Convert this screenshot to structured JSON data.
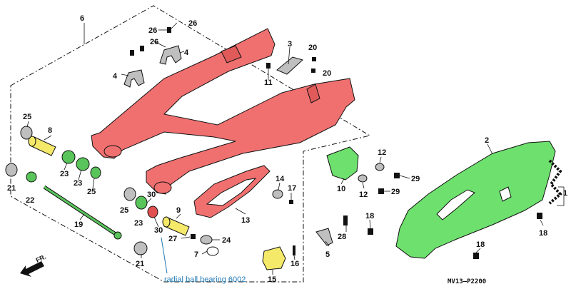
{
  "diagram": {
    "drawing_code": "MV13–P2200",
    "direction_label": "FR.",
    "annotation": "radial ball bearing 6002",
    "colors": {
      "swingarm": "#f07070",
      "chain_case": "#6ee06e",
      "bearing": "#f5e96a",
      "bushing": "#59c45a",
      "seal": "#e05050",
      "annotation": "#1f78b4"
    },
    "callouts": [
      {
        "id": "c6",
        "label": "6"
      },
      {
        "id": "c26a",
        "label": "26"
      },
      {
        "id": "c26b",
        "label": "26"
      },
      {
        "id": "c26c",
        "label": "26"
      },
      {
        "id": "c4a",
        "label": "4"
      },
      {
        "id": "c4b",
        "label": "4"
      },
      {
        "id": "c3",
        "label": "3"
      },
      {
        "id": "c20a",
        "label": "20"
      },
      {
        "id": "c20b",
        "label": "20"
      },
      {
        "id": "c11",
        "label": "11"
      },
      {
        "id": "c25a",
        "label": "25"
      },
      {
        "id": "c8",
        "label": "8"
      },
      {
        "id": "c23a",
        "label": "23"
      },
      {
        "id": "c23b",
        "label": "23"
      },
      {
        "id": "c25b",
        "label": "25"
      },
      {
        "id": "c21a",
        "label": "21"
      },
      {
        "id": "c22",
        "label": "22"
      },
      {
        "id": "c19",
        "label": "19"
      },
      {
        "id": "c25c",
        "label": "25"
      },
      {
        "id": "c23c",
        "label": "23"
      },
      {
        "id": "c30a",
        "label": "30"
      },
      {
        "id": "c30b",
        "label": "30"
      },
      {
        "id": "c9",
        "label": "9"
      },
      {
        "id": "c27",
        "label": "27"
      },
      {
        "id": "c24",
        "label": "24"
      },
      {
        "id": "c7",
        "label": "7"
      },
      {
        "id": "c21b",
        "label": "21"
      },
      {
        "id": "c13",
        "label": "13"
      },
      {
        "id": "c14",
        "label": "14"
      },
      {
        "id": "c17",
        "label": "17"
      },
      {
        "id": "c10",
        "label": "10"
      },
      {
        "id": "c12a",
        "label": "12"
      },
      {
        "id": "c12b",
        "label": "12"
      },
      {
        "id": "c29a",
        "label": "29"
      },
      {
        "id": "c29b",
        "label": "29"
      },
      {
        "id": "c2",
        "label": "2"
      },
      {
        "id": "c1",
        "label": "1"
      },
      {
        "id": "c18a",
        "label": "18"
      },
      {
        "id": "c18b",
        "label": "18"
      },
      {
        "id": "c18c",
        "label": "18"
      },
      {
        "id": "c28",
        "label": "28"
      },
      {
        "id": "c5",
        "label": "5"
      },
      {
        "id": "c16",
        "label": "16"
      },
      {
        "id": "c15",
        "label": "15"
      }
    ]
  }
}
